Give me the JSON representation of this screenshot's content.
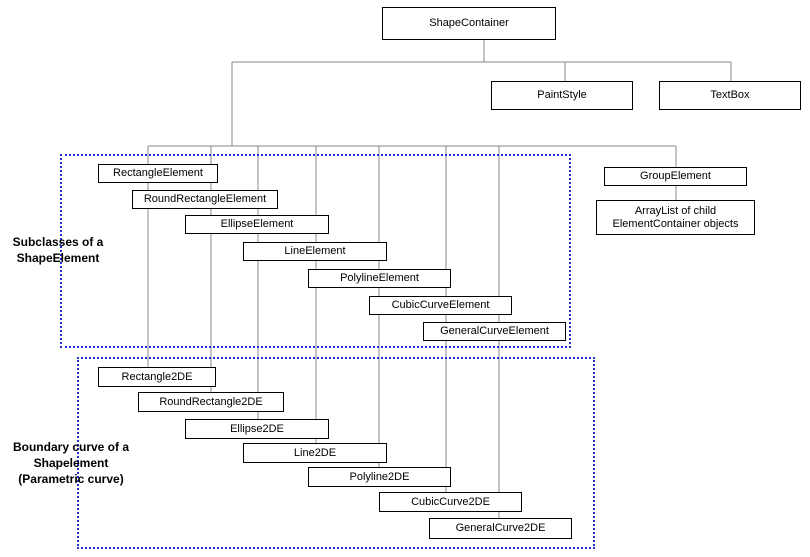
{
  "root": {
    "label": "ShapeContainer"
  },
  "siblings": {
    "paint_style": "PaintStyle",
    "text_box": "TextBox"
  },
  "group": {
    "label": "GroupElement",
    "child_line1": "ArrayList of child",
    "child_line2": "ElementContainer objects"
  },
  "shape_elements": [
    "RectangleElement",
    "RoundRectangleElement",
    "EllipseElement",
    "LineElement",
    "PolylineElement",
    "CubicCurveElement",
    "GeneralCurveElement"
  ],
  "boundary_curves": [
    "Rectangle2DE",
    "RoundRectangle2DE",
    "Ellipse2DE",
    "Line2DE",
    "Polyline2DE",
    "CubicCurve2DE",
    "GeneralCurve2DE"
  ],
  "region_labels": {
    "subclasses": [
      "Subclasses of a",
      "ShapeElement"
    ],
    "boundary": [
      "Boundary curve of a",
      "Shapelement",
      "(Parametric curve)"
    ]
  },
  "colors": {
    "connector": "#888888",
    "box_border": "#000000",
    "region_border": "#1f2fd6"
  }
}
